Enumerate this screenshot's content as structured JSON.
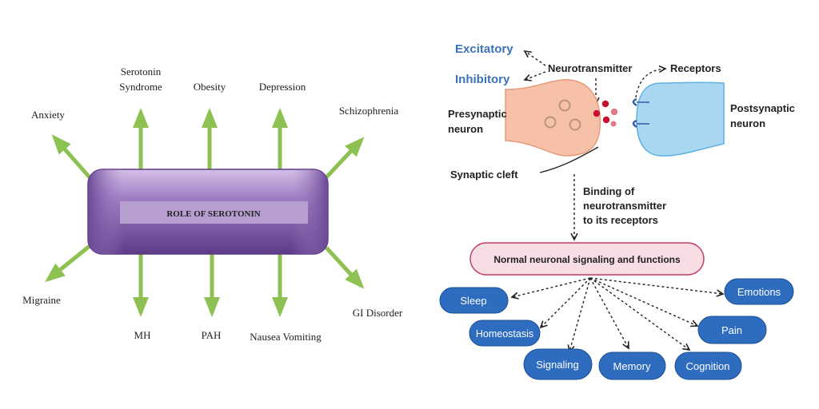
{
  "left_diagram": {
    "center_label": "ROLE OF SEROTONIN",
    "colors": {
      "arrow": "#8dc152",
      "box_fill": "#9a76bd",
      "box_dark": "#5d3a86",
      "label_band": "#b79fd2"
    },
    "top_effects": [
      "Anxiety",
      "Serotonin",
      "Syndrome",
      "Obesity",
      "Depression",
      "Schizophrenia"
    ],
    "bottom_effects": [
      "Migraine",
      "MH",
      "PAH",
      "Nausea Vomiting",
      "GI Disorder"
    ]
  },
  "right_diagram": {
    "colors": {
      "effect_blue": "#3a73b8",
      "presynaptic": "#f6c1a6",
      "postsynaptic": "#a9d7f1",
      "function_box": "#f9dde4",
      "pill": "#2e6cc0"
    },
    "labels": {
      "excitatory": "Excitatory",
      "inhibitory": "Inhibitory",
      "neurotransmitter": "Neurotransmitter",
      "receptors": "Receptors",
      "presynaptic_1": "Presynaptic",
      "presynaptic_2": "neuron",
      "postsynaptic_1": "Postsynaptic",
      "postsynaptic_2": "neuron",
      "synaptic_cleft": "Synaptic cleft",
      "binding_1": "Binding of",
      "binding_2": "neurotransmitter",
      "binding_3": "to its receptors",
      "function_box": "Normal neuronal signaling and functions"
    },
    "functions": [
      "Sleep",
      "Homeostasis",
      "Signaling",
      "Memory",
      "Cognition",
      "Pain",
      "Emotions"
    ]
  }
}
